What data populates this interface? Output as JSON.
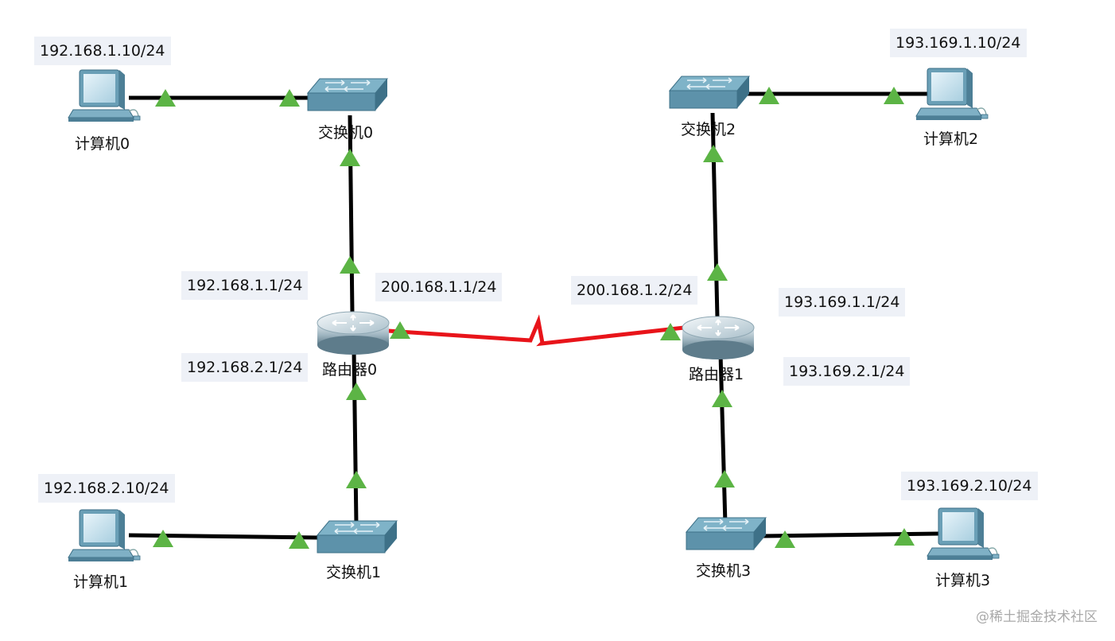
{
  "devices": {
    "pc0": {
      "name": "计算机0",
      "ip": "192.168.1.10/24"
    },
    "pc1": {
      "name": "计算机1",
      "ip": "192.168.2.10/24"
    },
    "pc2": {
      "name": "计算机2",
      "ip": "193.169.1.10/24"
    },
    "pc3": {
      "name": "计算机3",
      "ip": "193.169.2.10/24"
    },
    "sw0": {
      "name": "交换机0"
    },
    "sw1": {
      "name": "交换机1"
    },
    "sw2": {
      "name": "交换机2"
    },
    "sw3": {
      "name": "交换机3"
    },
    "r0": {
      "name": "路由器0",
      "ip_if1": "192.168.1.1/24",
      "ip_if2": "192.168.2.1/24",
      "ip_wan": "200.168.1.1/24"
    },
    "r1": {
      "name": "路由器1",
      "ip_if1": "193.169.1.1/24",
      "ip_if2": "193.169.2.1/24",
      "ip_wan": "200.168.1.2/24"
    }
  },
  "colors": {
    "link": "#000000",
    "wan_link": "#e8141a",
    "link_up": "#5cb445",
    "device": "#5f93ab"
  },
  "watermark": "@稀土掘金技术社区"
}
